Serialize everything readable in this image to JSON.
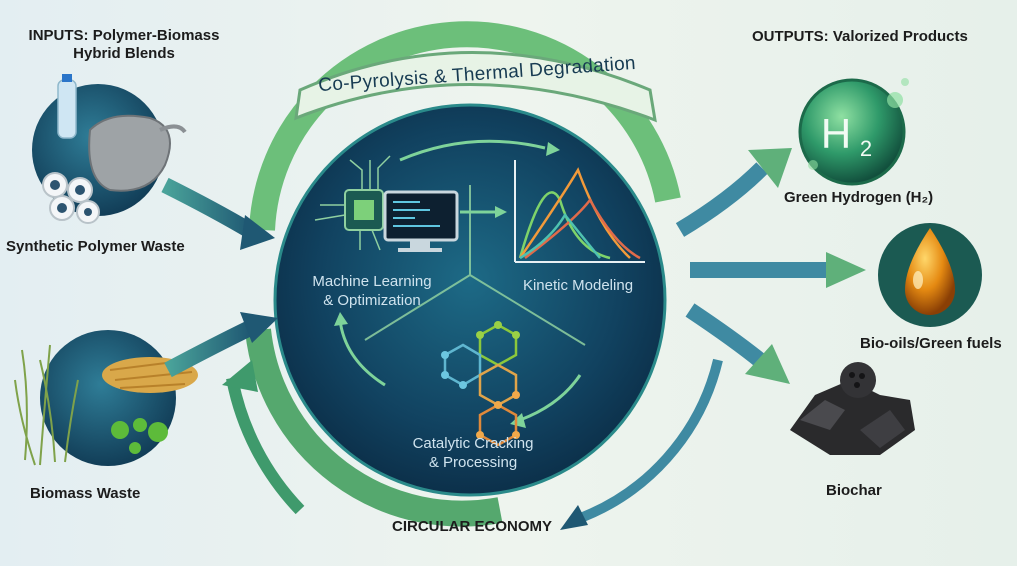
{
  "inputs": {
    "heading_line1": "INPUTS: Polymer-Biomass",
    "heading_line2": "Hybrid Blends",
    "polymer_label": "Synthetic Polymer Waste",
    "biomass_label": "Biomass Waste"
  },
  "process": {
    "banner": "Co-Pyrolysis & Thermal Degradation",
    "ml_line1": "Machine Learning",
    "ml_line2": "& Optimization",
    "kinetic": "Kinetic Modeling",
    "catalytic_line1": "Catalytic Cracking",
    "catalytic_line2": "& Processing",
    "h2_symbol": "H",
    "h2_sub": "2"
  },
  "outputs": {
    "heading": "OUTPUTS: Valorized Products",
    "hydrogen": "Green Hydrogen (H₂)",
    "biooil": "Bio-oils/Green fuels",
    "biochar": "Biochar"
  },
  "circular": "CIRCULAR ECONOMY",
  "colors": {
    "circle_dark": "#0f3a57",
    "circle_mid": "#1c5f7a",
    "ring_green": "#6cbf7a",
    "arrow_teal": "#2f6f7a",
    "arrow_green": "#5fb07a",
    "banner_fill": "#e7f3e6",
    "banner_stroke": "#6aa87a"
  },
  "icons": [
    "plastic-waste-icon",
    "biomass-icon",
    "circuit-computer-icon",
    "kinetic-curves-icon",
    "molecule-icon",
    "hydrogen-orb-icon",
    "oil-drop-icon",
    "biochar-icon"
  ]
}
